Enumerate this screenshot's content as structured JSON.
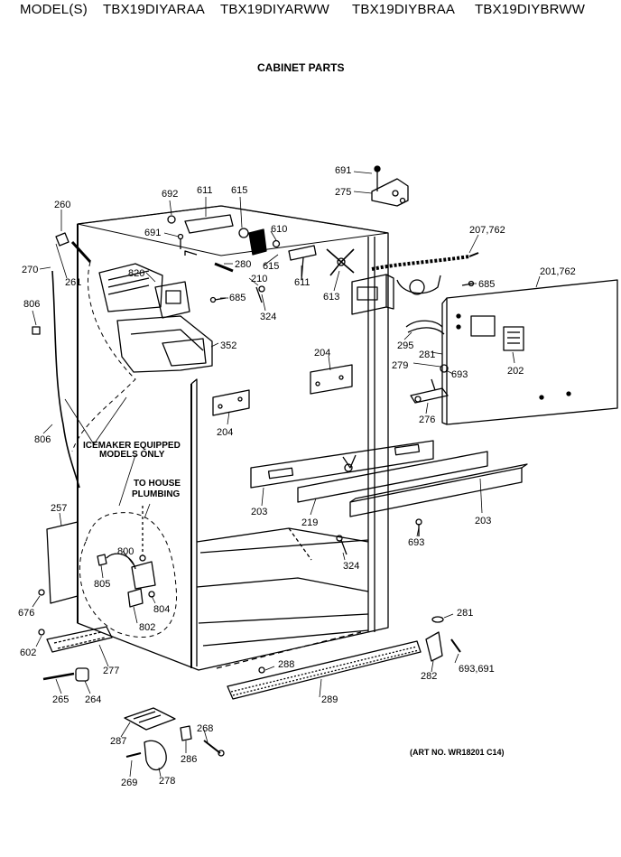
{
  "header": {
    "prefix": "MODEL(S)",
    "models": [
      "TBX19DIYARAA",
      "TBX19DIYARWW",
      "TBX19DIYBRAA",
      "TBX19DIYBRWW"
    ]
  },
  "subtitle": "CABINET PARTS",
  "notes": {
    "icemaker_line1": "ICEMAKER EQUIPPED",
    "icemaker_line2": "MODELS ONLY",
    "plumbing_line1": "TO HOUSE",
    "plumbing_line2": "PLUMBING",
    "art_no": "(ART NO. WR18201 C14)"
  },
  "part_labels": [
    "691",
    "275",
    "692",
    "611",
    "615",
    "260",
    "207,762",
    "691",
    "610",
    "270",
    "280",
    "615",
    "611",
    "201,762",
    "820",
    "210",
    "685",
    "613",
    "685",
    "261",
    "324",
    "806",
    "352",
    "295",
    "281",
    "204",
    "202",
    "279",
    "693",
    "204",
    "276",
    "806",
    "203",
    "219",
    "203",
    "257",
    "693",
    "800",
    "324",
    "805",
    "804",
    "676",
    "802",
    "281",
    "602",
    "277",
    "288",
    "282",
    "693,691",
    "265",
    "264",
    "289",
    "287",
    "268",
    "286",
    "269",
    "278"
  ]
}
